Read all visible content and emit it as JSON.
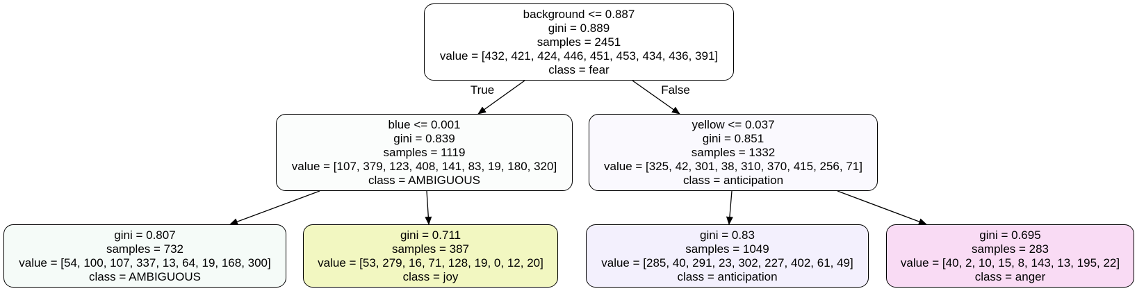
{
  "tree": {
    "edge_labels": {
      "true_label": "True",
      "false_label": "False"
    },
    "nodes": [
      {
        "id": "root",
        "split": "background <= 0.887",
        "gini": "gini = 0.889",
        "samples": "samples = 2451",
        "value": "value = [432, 421, 424, 446, 451, 453, 434, 436, 391]",
        "class": "class = fear",
        "fill": "#ffffff"
      },
      {
        "id": "left",
        "split": "blue <= 0.001",
        "gini": "gini = 0.839",
        "samples": "samples = 1119",
        "value": "value = [107, 379, 123, 408, 141, 83, 19, 180, 320]",
        "class": "class = AMBIGUOUS",
        "fill": "#fbfdfc"
      },
      {
        "id": "right",
        "split": "yellow <= 0.037",
        "gini": "gini = 0.851",
        "samples": "samples = 1332",
        "value": "value = [325, 42, 301, 38, 310, 370, 415, 256, 71]",
        "class": "class = anticipation",
        "fill": "#faf9fe"
      },
      {
        "id": "left-left",
        "gini": "gini = 0.807",
        "samples": "samples = 732",
        "value": "value = [54, 100, 107, 337, 13, 64, 19, 168, 300]",
        "class": "class = AMBIGUOUS",
        "fill": "#f5fbf8"
      },
      {
        "id": "left-right",
        "gini": "gini = 0.711",
        "samples": "samples = 387",
        "value": "value = [53, 279, 16, 71, 128, 19, 0, 12, 20]",
        "class": "class = joy",
        "fill": "#f2f7c1"
      },
      {
        "id": "right-left",
        "gini": "gini = 0.83",
        "samples": "samples = 1049",
        "value": "value = [285, 40, 291, 23, 302, 227, 402, 61, 49]",
        "class": "class = anticipation",
        "fill": "#f3f0fd"
      },
      {
        "id": "right-right",
        "gini": "gini = 0.695",
        "samples": "samples = 283",
        "value": "value = [40, 2, 10, 15, 8, 143, 13, 195, 22]",
        "class": "class = anger",
        "fill": "#f9dbf4"
      }
    ]
  }
}
